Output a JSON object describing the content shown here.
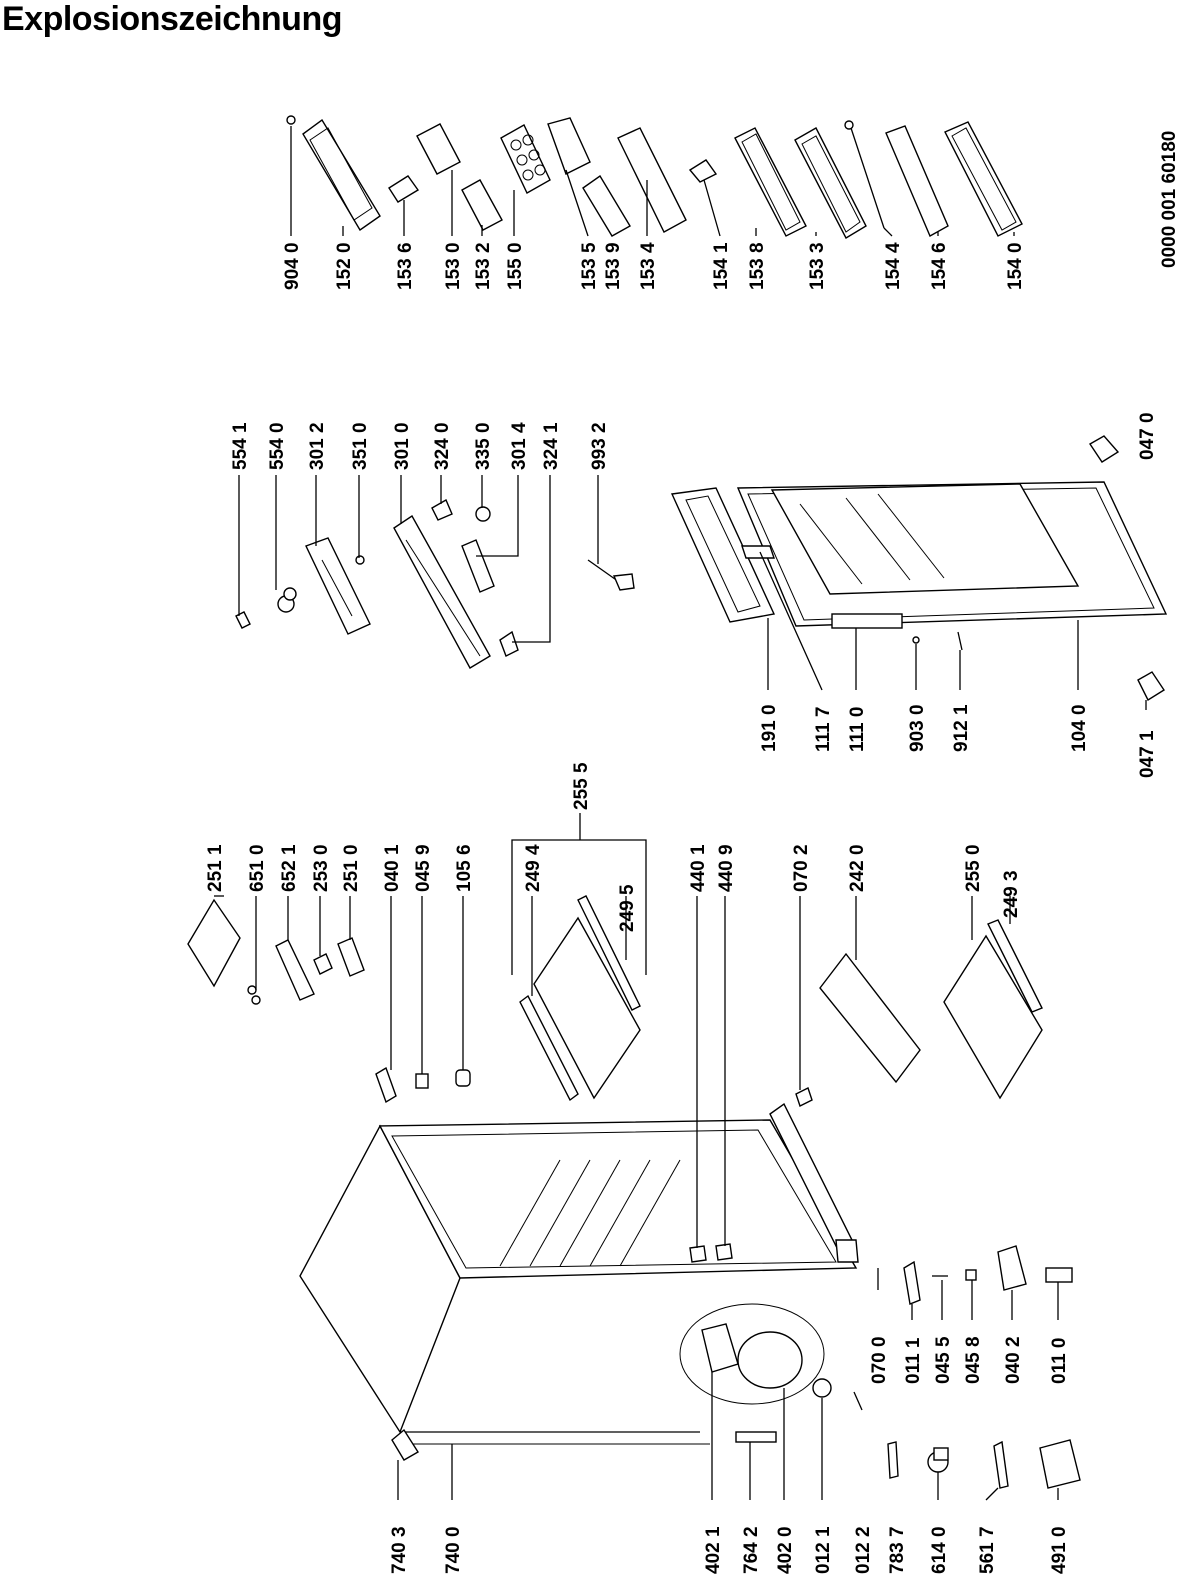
{
  "title": "Explosionszeichnung",
  "document_code": "0000 001 60180",
  "labels": {
    "l9040": "904 0",
    "l1520": "152 0",
    "l1536": "153 6",
    "l1530": "153 0",
    "l1532": "153 2",
    "l1550": "155 0",
    "l1535": "153 5",
    "l1539": "153 9",
    "l1534": "153 4",
    "l1541": "154 1",
    "l1538": "153 8",
    "l1533": "153 3",
    "l1544": "154 4",
    "l1546": "154 6",
    "l1540": "154 0",
    "l5541": "554 1",
    "l5540": "554 0",
    "l3012": "301 2",
    "l3510": "351 0",
    "l3010": "301 0",
    "l3240": "324 0",
    "l3350": "335 0",
    "l3014": "301 4",
    "l3241": "324 1",
    "l9932": "993 2",
    "l0470": "047 0",
    "l1910": "191 0",
    "l1117": "111 7",
    "l1110": "111 0",
    "l9030": "903 0",
    "l9121": "912 1",
    "l1040": "104 0",
    "l0471": "047 1",
    "l2511": "251 1",
    "l6510": "651 0",
    "l6521": "652 1",
    "l2530": "253 0",
    "l2510": "251 0",
    "l0401": "040 1",
    "l0459": "045 9",
    "l1056": "105 6",
    "l2494": "249 4",
    "l2555": "255 5",
    "l2495": "249 5",
    "l4401": "440 1",
    "l4409": "440 9",
    "l0702": "070 2",
    "l2420": "242 0",
    "l2550": "255 0",
    "l2493": "249 3",
    "l7403": "740 3",
    "l7400": "740 0",
    "l4021": "402 1",
    "l7642": "764 2",
    "l4020": "402 0",
    "l0121": "012 1",
    "l0122": "012 2",
    "l7837": "783 7",
    "l6140": "614 0",
    "l5617": "561 7",
    "l4910": "491 0",
    "l0700": "070 0",
    "l0111": "011 1",
    "l0455": "045 5",
    "l0458": "045 8",
    "l0402": "040 2",
    "l0110": "011 0"
  }
}
